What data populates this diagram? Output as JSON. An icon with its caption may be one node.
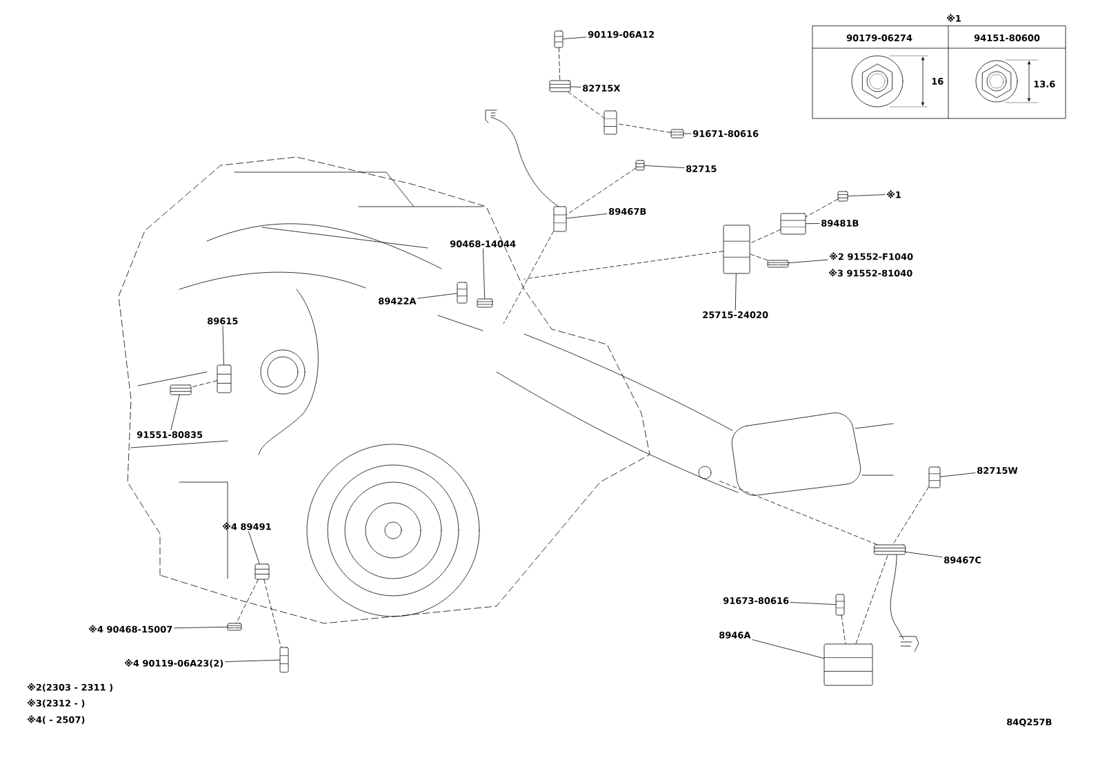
{
  "diagram": {
    "nodes": [
      {
        "text": [
          "90119-06A12"
        ]
      },
      {
        "text": [
          "82715X"
        ]
      },
      {
        "text": [
          "91671-80616"
        ]
      },
      {
        "text": [
          "82715"
        ]
      },
      {
        "text": [
          "89467B"
        ]
      },
      {
        "text": [
          "※1"
        ]
      },
      {
        "text": [
          "89481B"
        ]
      },
      {
        "text": [
          "※2 91552-F1040"
        ]
      },
      {
        "text": [
          "25715-24020"
        ]
      },
      {
        "text": [
          "90468-14044"
        ]
      },
      {
        "text": [
          "89422A"
        ]
      },
      {
        "text": [
          "89615"
        ]
      },
      {
        "text": [
          "91551-80835"
        ]
      },
      {
        "text": [
          "※4 89491"
        ]
      },
      {
        "text": [
          "82715W"
        ]
      },
      {
        "text": [
          "89467C"
        ]
      },
      {
        "text": [
          "91673-80616"
        ]
      },
      {
        "text": [
          "8946A"
        ]
      },
      {
        "text": [
          "※4 90468-15007"
        ]
      },
      {
        "text": [
          "※4 90119-06A23(2)"
        ]
      },
      {
        "text": [],
        "shape": "picture"
      },
      {
        "text": [],
        "shape": "picture"
      },
      {
        "text": [],
        "shape": "picture"
      },
      {
        "text": [],
        "shape": "picture"
      },
      {
        "text": [],
        "shape": "picture"
      },
      {
        "text": [],
        "shape": "picture"
      },
      {
        "text": [],
        "shape": "picture"
      },
      {
        "text": [],
        "shape": "picture"
      },
      {
        "text": [],
        "shape": "picture"
      },
      {
        "text": [],
        "shape": "picture"
      },
      {
        "text": [],
        "shape": "picture"
      },
      {
        "text": [],
        "shape": "picture"
      },
      {
        "text": [],
        "shape": "picture"
      },
      {
        "text": [],
        "shape": "picture"
      },
      {
        "text": [],
        "shape": "picture"
      },
      {
        "text": [],
        "shape": "picture"
      },
      {
        "text": [],
        "shape": "picture"
      },
      {
        "text": [],
        "shape": "picture"
      },
      {
        "text": [],
        "shape": "picture"
      },
      {
        "text": [],
        "shape": "picture"
      },
      {
        "text": [],
        "shape": "picture"
      }
    ],
    "edges": [
      {
        "from": 0,
        "to": 20,
        "arrow": "none"
      },
      {
        "from": 1,
        "to": 21,
        "arrow": "none"
      },
      {
        "from": 2,
        "to": 23,
        "arrow": "none"
      },
      {
        "from": 3,
        "to": 24,
        "arrow": "none"
      },
      {
        "from": 4,
        "to": 25,
        "arrow": "none"
      },
      {
        "from": 5,
        "to": 26,
        "arrow": "none"
      },
      {
        "from": 6,
        "to": 27,
        "arrow": "none"
      },
      {
        "from": 7,
        "to": 28,
        "arrow": "none"
      },
      {
        "from": 8,
        "to": 29,
        "arrow": "none"
      },
      {
        "from": 9,
        "to": 30,
        "arrow": "none"
      },
      {
        "from": 10,
        "to": 31,
        "arrow": "none"
      },
      {
        "from": 11,
        "to": 32,
        "arrow": "none"
      },
      {
        "from": 12,
        "to": 33,
        "arrow": "none"
      },
      {
        "from": 13,
        "to": 34,
        "arrow": "none"
      },
      {
        "from": 14,
        "to": 37,
        "arrow": "none"
      },
      {
        "from": 15,
        "to": 38,
        "arrow": "none"
      },
      {
        "from": 16,
        "to": 39,
        "arrow": "none"
      },
      {
        "from": 17,
        "to": 40,
        "arrow": "none"
      },
      {
        "from": 18,
        "to": 35,
        "arrow": "none"
      },
      {
        "from": 19,
        "to": 36,
        "arrow": "none"
      },
      {
        "from": 20,
        "to": 21,
        "arrow": "none",
        "style": "dashed"
      },
      {
        "from": 21,
        "to": 22,
        "arrow": "none",
        "style": "dashed"
      },
      {
        "from": 23,
        "to": 22,
        "arrow": "none",
        "style": "dashed"
      },
      {
        "from": 24,
        "to": 25,
        "arrow": "none",
        "style": "dashed"
      },
      {
        "from": 25,
        "to": null,
        "arrow": "none",
        "style": "dashed"
      },
      {
        "from": 26,
        "to": 27,
        "arrow": "none",
        "style": "dashed"
      },
      {
        "from": 27,
        "to": 29,
        "arrow": "none",
        "style": "dashed"
      },
      {
        "from": 28,
        "to": 29,
        "arrow": "none",
        "style": "dashed"
      },
      {
        "from": 29,
        "to": null,
        "arrow": "none",
        "style": "dashed"
      },
      {
        "from": 32,
        "to": 33,
        "arrow": "none",
        "style": "dashed"
      },
      {
        "from": 37,
        "to": 38,
        "arrow": "none",
        "style": "dashed"
      },
      {
        "from": 38,
        "to": null,
        "arrow": "none",
        "style": "dashed"
      },
      {
        "from": 39,
        "to": 40,
        "arrow": "none",
        "style": "dashed"
      },
      {
        "from": 40,
        "to": 38,
        "arrow": "none",
        "style": "dashed"
      },
      {
        "from": 34,
        "to": 35,
        "arrow": "none",
        "style": "dashed"
      },
      {
        "from": 34,
        "to": 36,
        "arrow": "none",
        "style": "dashed"
      }
    ],
    "labels": [
      "※1",
      "90179-06274",
      "94151-80600",
      "16",
      "13.6",
      "※3 91552-81040",
      "※2(2303 - 2311 )",
      "※3(2312 -     )",
      "※4(        - 2507)",
      "84Q257B"
    ]
  }
}
